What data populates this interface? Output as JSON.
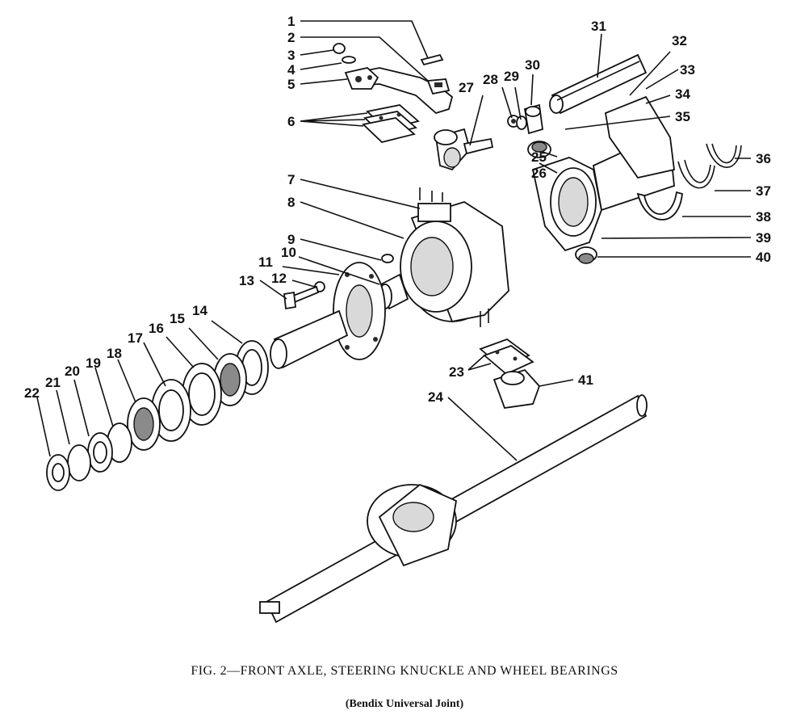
{
  "figure": {
    "caption": "FIG. 2—FRONT AXLE, STEERING KNUCKLE AND WHEEL BEARINGS",
    "subcaption": "(Bendix Universal Joint)"
  },
  "callouts": {
    "n1": "1",
    "n2": "2",
    "n3": "3",
    "n4": "4",
    "n5": "5",
    "n6": "6",
    "n7": "7",
    "n8": "8",
    "n9": "9",
    "n10": "10",
    "n11": "11",
    "n12": "12",
    "n13": "13",
    "n14": "14",
    "n15": "15",
    "n16": "16",
    "n17": "17",
    "n18": "18",
    "n19": "19",
    "n20": "20",
    "n21": "21",
    "n22": "22",
    "n23": "23",
    "n24": "24",
    "n25": "25",
    "n26": "26",
    "n27": "27",
    "n28": "28",
    "n29": "29",
    "n30": "30",
    "n31": "31",
    "n32": "32",
    "n33": "33",
    "n34": "34",
    "n35": "35",
    "n36": "36",
    "n37": "37",
    "n38": "38",
    "n39": "39",
    "n40": "40",
    "n41": "41"
  }
}
